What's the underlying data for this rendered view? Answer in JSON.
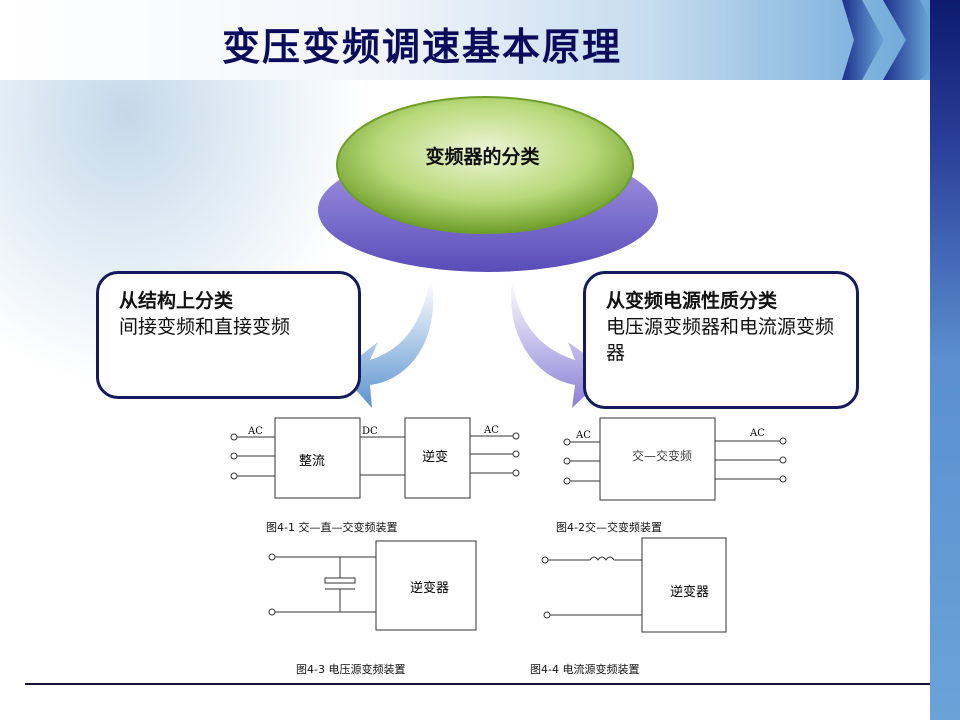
{
  "title": "变压变频调速基本原理",
  "center": {
    "label": "变频器的分类"
  },
  "left_callout": {
    "heading": "从结构上分类",
    "body": "间接变频和直接变频"
  },
  "right_callout": {
    "heading": "从变频电源性质分类",
    "body": "电压源变频器和电流源变频器"
  },
  "figures": {
    "fig1": {
      "ac_in": "AC",
      "dc": "DC",
      "ac_out": "AC",
      "block1": "整流",
      "block2": "逆变",
      "caption": "图4-1  交—直—交变频装置"
    },
    "fig2": {
      "ac_in": "AC",
      "ac_out": "AC",
      "block": "交—交变频",
      "caption": "图4-2交—交变频装置"
    },
    "fig3": {
      "block": "逆变器",
      "caption": "图4-3 电压源变频装置"
    },
    "fig4": {
      "block": "逆变器",
      "caption": "图4-4 电流源变频装置"
    }
  },
  "colors": {
    "title": "#0b0b5c",
    "green": "#8fbf3c",
    "purple": "#7b6fd0",
    "border": "#141a5c"
  }
}
